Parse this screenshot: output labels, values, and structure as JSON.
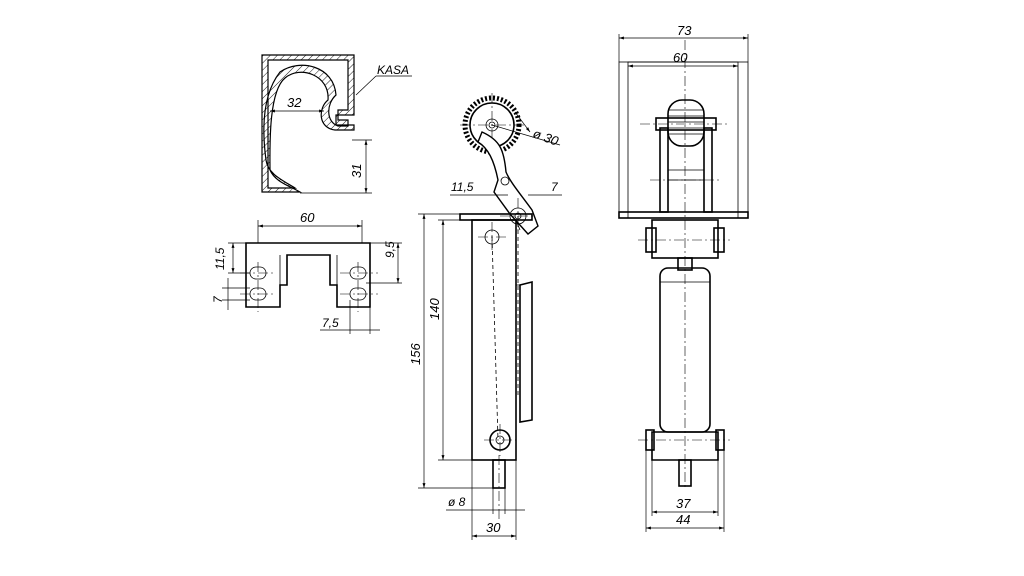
{
  "profile_view": {
    "label": "KASA",
    "dims": {
      "width": "32",
      "height": "31"
    }
  },
  "plate_view": {
    "dims": {
      "width": "60",
      "hole_pitch": "11,5",
      "hole_dia": "7",
      "side_offset": "9,5",
      "edge": "7,5"
    }
  },
  "side_view": {
    "dims": {
      "roller": "ø 30",
      "pivot_offset": "11,5",
      "arm_offset": "7",
      "total_height": "156",
      "body_height": "140",
      "pin": "ø 8",
      "width": "30"
    }
  },
  "front_view": {
    "dims": {
      "outer": "73",
      "inner": "60",
      "bottom_inner": "37",
      "bottom_outer": "44"
    }
  }
}
